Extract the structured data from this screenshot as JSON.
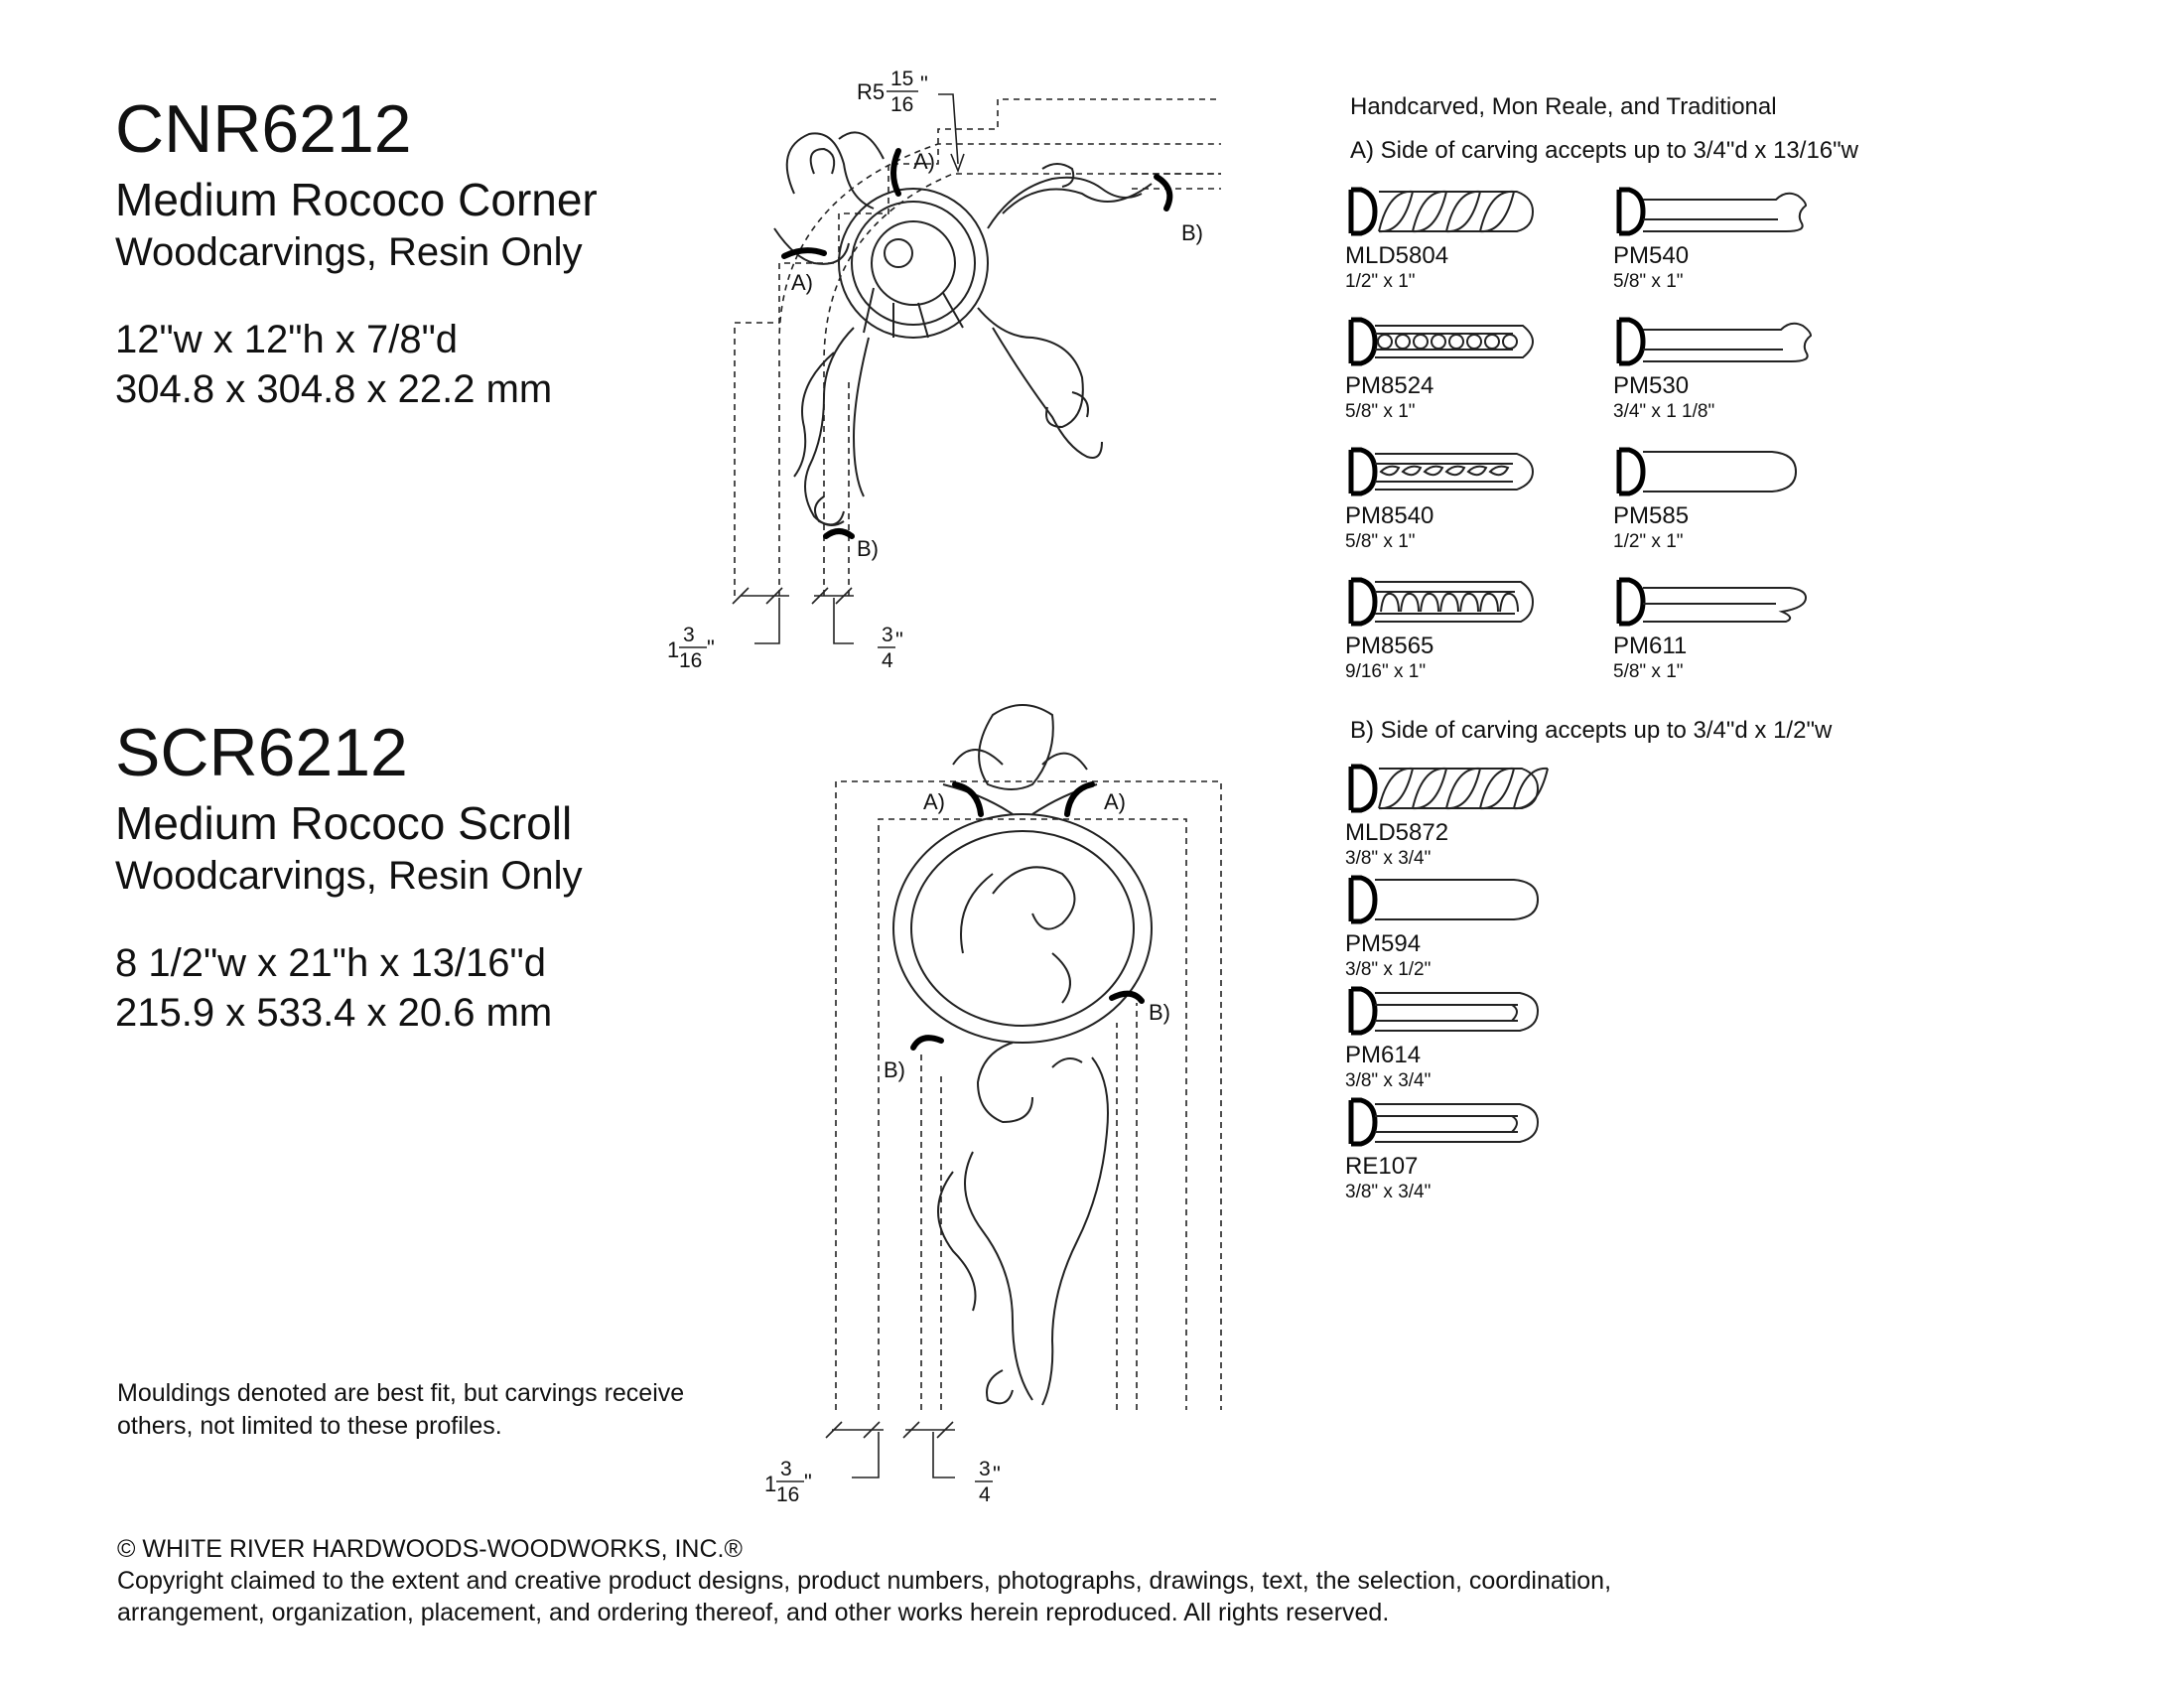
{
  "products": [
    {
      "code": "CNR6212",
      "name": "Medium Rococo Corner",
      "subtitle": "Woodcarvings, Resin Only",
      "dims_imperial": "12\"w x 12\"h x 7/8\"d",
      "dims_metric": "304.8 x 304.8 x 22.2 mm",
      "drawing": {
        "radius_prefix": "R5",
        "radius_num": "15",
        "radius_den": "16",
        "radius_unit": "\"",
        "label_a": "A)",
        "label_b": "B)",
        "spacing_left_whole": "1",
        "spacing_left_num": "3",
        "spacing_left_den": "16",
        "spacing_left_unit": "\"",
        "spacing_right_num": "3",
        "spacing_right_den": "4",
        "spacing_right_unit": "\""
      }
    },
    {
      "code": "SCR6212",
      "name": "Medium Rococo Scroll",
      "subtitle": "Woodcarvings, Resin Only",
      "dims_imperial": "8 1/2\"w x 21\"h x 13/16\"d",
      "dims_metric": "215.9 x 533.4 x 20.6 mm",
      "drawing": {
        "label_a": "A)",
        "label_b": "B)",
        "spacing_left_whole": "1",
        "spacing_left_num": "3",
        "spacing_left_den": "16",
        "spacing_left_unit": "\"",
        "spacing_right_num": "3",
        "spacing_right_den": "4",
        "spacing_right_unit": "\""
      }
    }
  ],
  "mouldings": {
    "heading": "Handcarved, Mon Reale, and Traditional",
    "group_a": {
      "title": "A) Side of carving accepts up to 3/4\"d x 13/16\"w",
      "items": [
        {
          "code": "MLD5804",
          "size": "1/2\" x 1\"",
          "style": "rope"
        },
        {
          "code": "PM540",
          "size": "5/8\" x 1\"",
          "style": "ogee"
        },
        {
          "code": "PM8524",
          "size": "5/8\" x 1\"",
          "style": "bead"
        },
        {
          "code": "PM530",
          "size": "3/4\" x 1 1/8\"",
          "style": "ogee-large"
        },
        {
          "code": "PM8540",
          "size": "5/8\" x 1\"",
          "style": "twist"
        },
        {
          "code": "PM585",
          "size": "1/2\" x 1\"",
          "style": "round"
        },
        {
          "code": "PM8565",
          "size": "9/16\" x 1\"",
          "style": "loop"
        },
        {
          "code": "PM611",
          "size": "5/8\" x 1\"",
          "style": "cove"
        }
      ]
    },
    "group_b": {
      "title": "B) Side of carving accepts up to 3/4\"d x 1/2\"w",
      "items": [
        {
          "code": "MLD5872",
          "size": "3/8\" x 3/4\"",
          "style": "rope"
        },
        {
          "code": "PM594",
          "size": "3/8\" x 1/2\"",
          "style": "round"
        },
        {
          "code": "PM614",
          "size": "3/8\" x 3/4\"",
          "style": "bead-end"
        },
        {
          "code": "RE107",
          "size": "3/8\" x 3/4\"",
          "style": "bead-end"
        }
      ]
    }
  },
  "note": {
    "line1": "Mouldings denoted are best fit, but carvings receive",
    "line2": "others, not limited to these profiles."
  },
  "footer": {
    "company": "© WHITE RIVER HARDWOODS-WOODWORKS, INC.®",
    "line1": "Copyright claimed to the extent and creative product designs, product numbers, photographs, drawings, text, the selection, coordination,",
    "line2": "arrangement, organization, placement, and ordering thereof, and other works herein reproduced. All rights reserved."
  }
}
